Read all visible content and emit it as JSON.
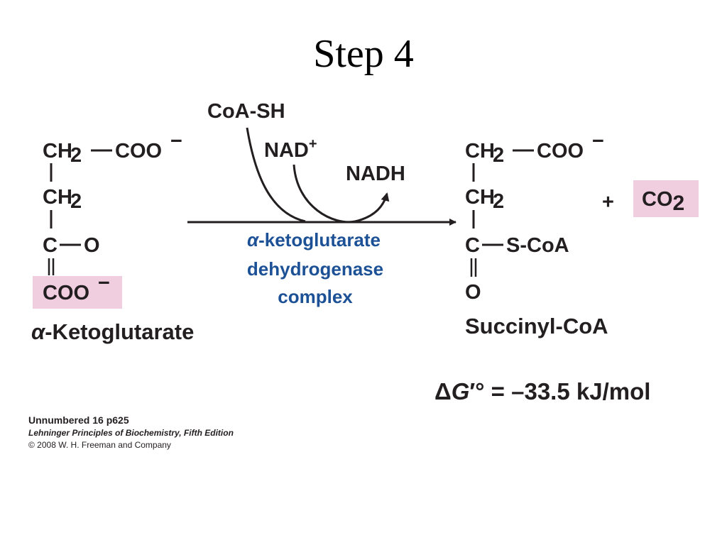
{
  "title": "Step 4",
  "substrate": {
    "rows": [
      "CH",
      "2",
      "COO",
      "−",
      "CH",
      "2",
      "C",
      "O",
      "COO",
      "−"
    ],
    "name_prefix": "α",
    "name": "-Ketoglutarate"
  },
  "reagents": {
    "coash": "CoA-SH",
    "nad": "NAD",
    "nad_charge": "+",
    "nadh": "NADH"
  },
  "enzyme": {
    "prefix": "α",
    "line1": "-ketoglutarate",
    "line2": "dehydrogenase",
    "line3": "complex"
  },
  "product": {
    "rows": [
      "CH",
      "2",
      "COO",
      "−",
      "CH",
      "2",
      "C",
      "S-CoA",
      "O"
    ],
    "name": "Succinyl-CoA",
    "plus": "+",
    "co2": "CO",
    "co2_sub": "2"
  },
  "energy": {
    "delta": "Δ",
    "g": "G",
    "rest": "′° = –33.5 kJ/mol"
  },
  "credits": {
    "line1": "Unnumbered 16 p625",
    "line2": "Lehninger Principles of Biochemistry, Fifth Edition",
    "line3": "© 2008 W. H. Freeman and Company"
  },
  "colors": {
    "highlight": "#f1cde0",
    "enzyme_text": "#1d5196",
    "text": "#231f20"
  }
}
